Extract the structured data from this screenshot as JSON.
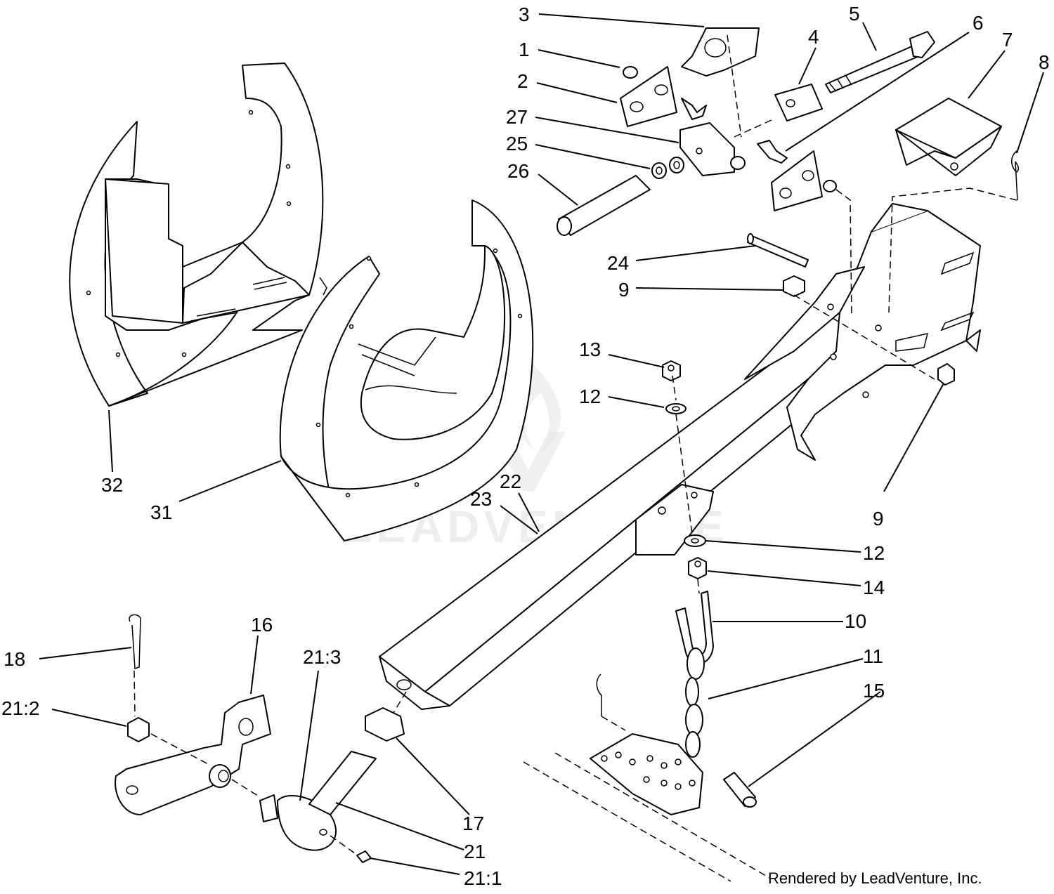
{
  "callouts": [
    {
      "id": "c3",
      "text": "3"
    },
    {
      "id": "c5",
      "text": "5"
    },
    {
      "id": "c6",
      "text": "6"
    },
    {
      "id": "c7",
      "text": "7"
    },
    {
      "id": "c1",
      "text": "1"
    },
    {
      "id": "c4",
      "text": "4"
    },
    {
      "id": "c8",
      "text": "8"
    },
    {
      "id": "c2",
      "text": "2"
    },
    {
      "id": "c27",
      "text": "27"
    },
    {
      "id": "c25",
      "text": "25"
    },
    {
      "id": "c26",
      "text": "26"
    },
    {
      "id": "c24",
      "text": "24"
    },
    {
      "id": "c9a",
      "text": "9"
    },
    {
      "id": "c13",
      "text": "13"
    },
    {
      "id": "c12a",
      "text": "12"
    },
    {
      "id": "c32",
      "text": "32"
    },
    {
      "id": "c22",
      "text": "22"
    },
    {
      "id": "c23",
      "text": "23"
    },
    {
      "id": "c31",
      "text": "31"
    },
    {
      "id": "c9b",
      "text": "9"
    },
    {
      "id": "c12b",
      "text": "12"
    },
    {
      "id": "c14",
      "text": "14"
    },
    {
      "id": "c16",
      "text": "16"
    },
    {
      "id": "c10",
      "text": "10"
    },
    {
      "id": "c18",
      "text": "18"
    },
    {
      "id": "c21_3",
      "text": "21:3"
    },
    {
      "id": "c11",
      "text": "11"
    },
    {
      "id": "c15",
      "text": "15"
    },
    {
      "id": "c21_2",
      "text": "21:2"
    },
    {
      "id": "c17",
      "text": "17"
    },
    {
      "id": "c21",
      "text": "21"
    },
    {
      "id": "c21_1",
      "text": "21:1"
    }
  ],
  "credit": "Rendered by LeadVenture, Inc.",
  "watermark": "LEADVENTURE"
}
